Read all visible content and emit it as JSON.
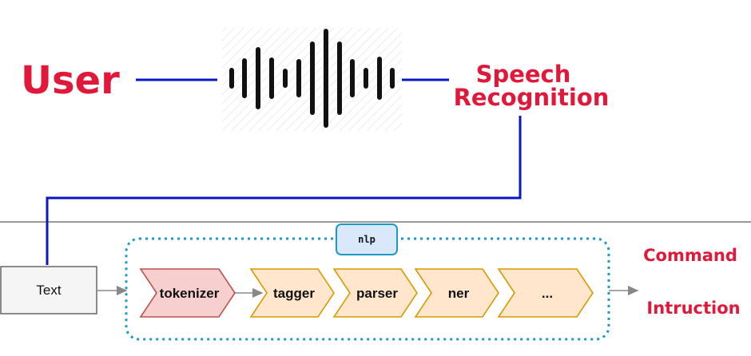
{
  "labels": {
    "user": "User",
    "speech_line1": "Speech",
    "speech_line2": "Recognition",
    "text_node": "Text",
    "nlp_badge": "nlp",
    "command": "Command",
    "instruction": "Intruction"
  },
  "pipeline": {
    "stages": [
      "tokenizer",
      "tagger",
      "parser",
      "ner",
      "..."
    ]
  },
  "colors": {
    "accent_red": "#e0193a",
    "connector_blue": "#0a14c8",
    "tokenizer_fill": "#f8cfcf",
    "tokenizer_stroke": "#b85450",
    "stage_fill": "#ffe6cc",
    "stage_stroke": "#d79b00",
    "nlp_fill": "#dae8fc",
    "nlp_stroke": "#1a9bc7",
    "dotted_border": "#1a9bc7",
    "text_node_fill": "#f5f5f5",
    "text_node_stroke": "#666666",
    "waveform": "#111111"
  }
}
